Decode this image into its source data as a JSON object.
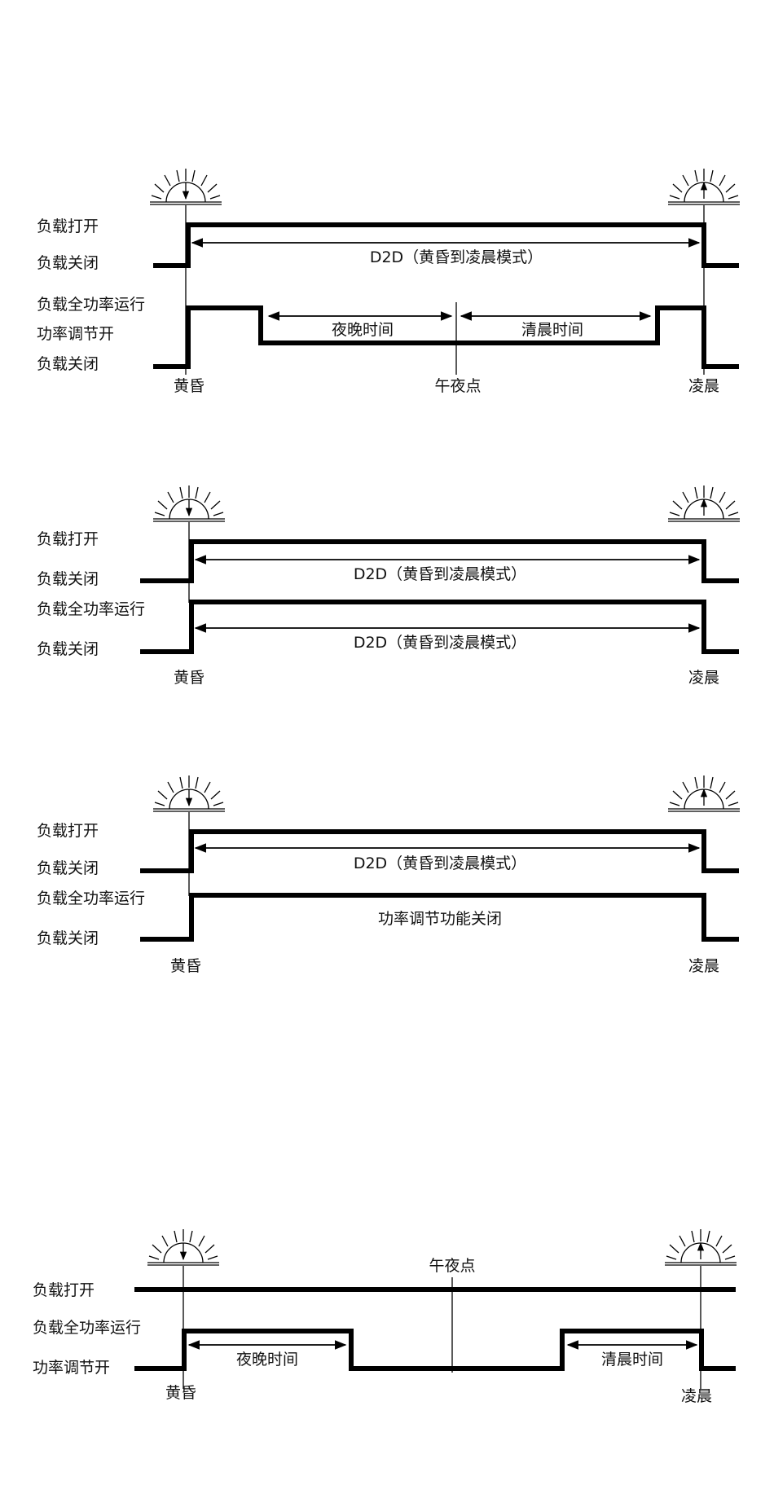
{
  "diagram1": {
    "labels": {
      "load_on": "负载打开",
      "load_off_1": "负载关闭",
      "full_power": "负载全功率运行",
      "dimming_on": "功率调节开",
      "load_off_2": "负载关闭"
    },
    "d2d": "D2D（黄昏到凌晨模式）",
    "night_time": "夜晚时间",
    "morning_time": "清晨时间",
    "dusk": "黄昏",
    "midnight": "午夜点",
    "dawn": "凌晨"
  },
  "diagram2": {
    "labels": {
      "load_on": "负载打开",
      "load_off_1": "负载关闭",
      "full_power": "负载全功率运行",
      "load_off_2": "负载关闭"
    },
    "d2d_top": "D2D（黄昏到凌晨模式）",
    "d2d_bottom": "D2D（黄昏到凌晨模式）",
    "dusk": "黄昏",
    "dawn": "凌晨"
  },
  "diagram3": {
    "labels": {
      "load_on": "负载打开",
      "load_off_1": "负载关闭",
      "full_power": "负载全功率运行",
      "load_off_2": "负载关闭"
    },
    "d2d": "D2D（黄昏到凌晨模式）",
    "dimming_off": "功率调节功能关闭",
    "dusk": "黄昏",
    "dawn": "凌晨"
  },
  "diagram4": {
    "labels": {
      "load_on": "负载打开",
      "full_power": "负载全功率运行",
      "dimming_on": "功率调节开"
    },
    "midnight": "午夜点",
    "night_time": "夜晚时间",
    "morning_time": "清晨时间",
    "dusk": "黄昏",
    "dawn": "凌晨"
  }
}
